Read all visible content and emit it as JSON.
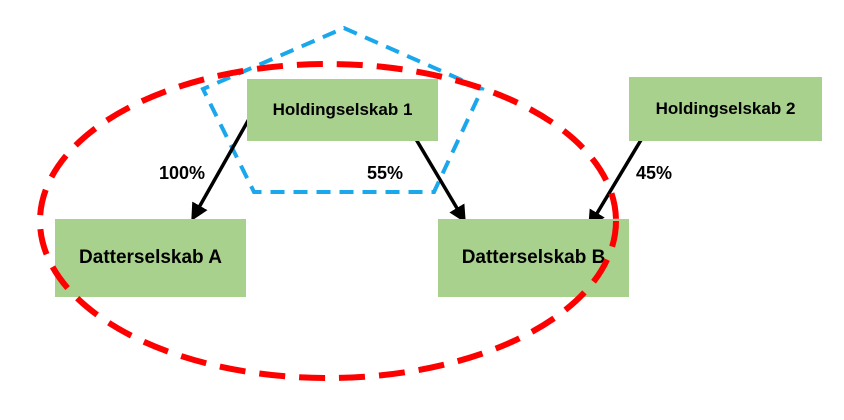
{
  "colors": {
    "box_fill": "#A9D18E",
    "ellipse_stroke": "#FF0000",
    "pentagon_stroke": "#1AA7EC",
    "arrow": "#000000"
  },
  "nodes": {
    "holding1": "Holdingselskab 1",
    "holding2": "Holdingselskab 2",
    "subA": "Datterselskab A",
    "subB": "Datterselskab B"
  },
  "edges": {
    "h1_to_a": "100%",
    "h1_to_b": "55%",
    "h2_to_b": "45%"
  }
}
